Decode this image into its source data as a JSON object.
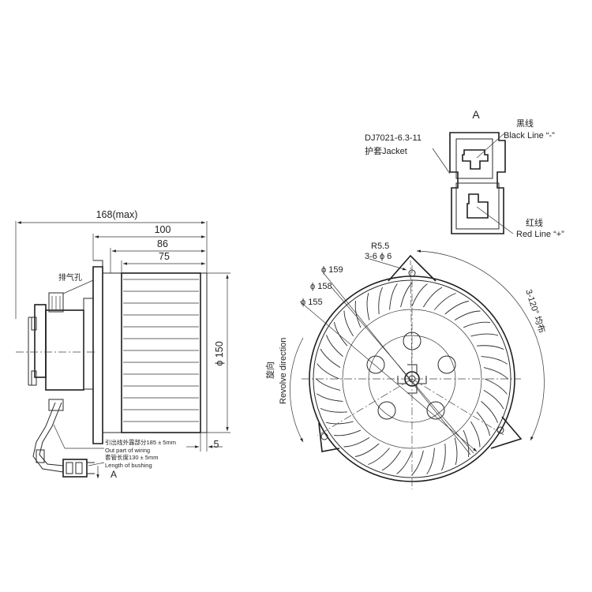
{
  "side_view": {
    "dims": {
      "overall": "168(max)",
      "d100": "100",
      "d86": "86",
      "d75": "75",
      "height": "ϕ 150",
      "offset": "5"
    },
    "exhaust_hole": "排气孔",
    "wire_out_cn": "引出线外露部分185 ± 5mm",
    "wire_out_en": "Out part of wiring",
    "bushing_cn": "套管长度130 ± 5mm",
    "bushing_en": "Length of bushing",
    "view_arrow": "A"
  },
  "connector_view": {
    "view_label": "A",
    "part_no": "DJ7021-6.3-11",
    "jacket": "护套Jacket",
    "black_cn": "黑线",
    "black_en": "Black Line “-”",
    "red_cn": "红线",
    "red_en": "Red Line “+”"
  },
  "front_view": {
    "r55": "R5.5",
    "holes": "3-6 ϕ 6",
    "d159": "ϕ 159",
    "d158": "ϕ 158",
    "d155": "ϕ 155",
    "spacing": "3-120° 均布",
    "rotate_cn": "旋向",
    "rotate_en": "Revolve direction"
  }
}
